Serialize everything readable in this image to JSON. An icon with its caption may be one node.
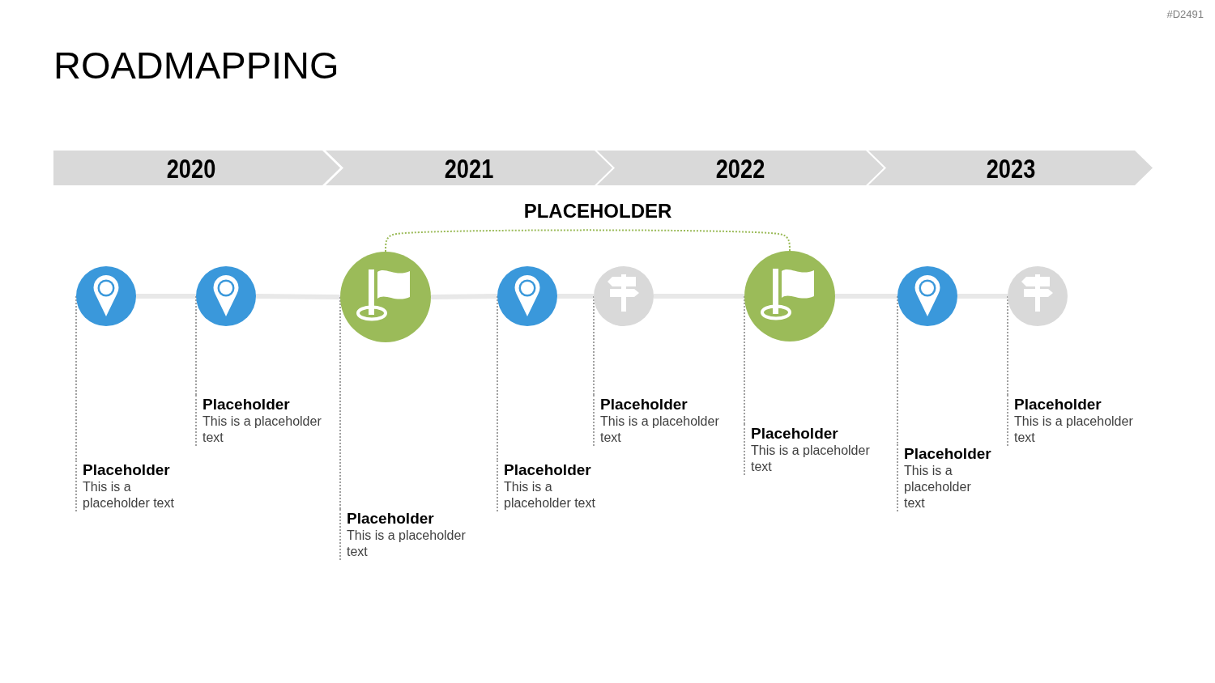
{
  "diagram": {
    "title": "ROADMAPPING",
    "nodes": [
      {
        "text": [
          "2020"
        ]
      },
      {
        "text": [
          "2021"
        ]
      },
      {
        "text": [
          "2022"
        ]
      },
      {
        "text": [
          "2023"
        ]
      },
      {
        "text": [],
        "shape": "circle"
      },
      {
        "text": [
          "Placeholder",
          "This is a placeholder text"
        ]
      },
      {
        "text": [],
        "shape": "circle"
      },
      {
        "text": [
          "Placeholder",
          "This is a placeholder text"
        ]
      },
      {
        "text": [],
        "shape": "circle"
      },
      {
        "text": [
          "Placeholder",
          "This is a placeholder text"
        ]
      },
      {
        "text": [],
        "shape": "circle"
      },
      {
        "text": [
          "Placeholder",
          "This is a placeholder text"
        ]
      },
      {
        "text": [],
        "shape": "circle"
      },
      {
        "text": [
          "Placeholder",
          "This is a placeholder text"
        ]
      },
      {
        "text": [],
        "shape": "circle"
      },
      {
        "text": [
          "Placeholder",
          "This is a placeholder text"
        ]
      },
      {
        "text": [],
        "shape": "circle"
      },
      {
        "text": [
          "Placeholder",
          "This is a placeholder text"
        ]
      },
      {
        "text": [],
        "shape": "circle"
      },
      {
        "text": [
          "Placeholder",
          "This is a placeholder text"
        ]
      }
    ],
    "edges": [
      {
        "from": 4,
        "to": 6,
        "arrow": "none",
        "style": "thick",
        "color": "#e8e8e8"
      },
      {
        "from": 6,
        "to": 8,
        "arrow": "none",
        "style": "thick",
        "color": "#e8e8e8"
      },
      {
        "from": 8,
        "to": 10,
        "arrow": "none",
        "style": "thick",
        "color": "#e8e8e8"
      },
      {
        "from": 10,
        "to": 12,
        "arrow": "none",
        "style": "thick",
        "color": "#e8e8e8"
      },
      {
        "from": 12,
        "to": 14,
        "arrow": "none",
        "style": "thick",
        "color": "#e8e8e8"
      },
      {
        "from": 14,
        "to": 16,
        "arrow": "none",
        "style": "thick",
        "color": "#e8e8e8"
      },
      {
        "from": 16,
        "to": 18,
        "arrow": "none",
        "style": "thick",
        "color": "#e8e8e8"
      },
      {
        "from": 8,
        "to": 14,
        "arrow": "none",
        "style": "dashed",
        "color": "#9bbb59",
        "label": "PLACEHOLDER"
      },
      {
        "from": 4,
        "to": 5,
        "arrow": "none",
        "style": "dashed"
      },
      {
        "from": 6,
        "to": 7,
        "arrow": "none",
        "style": "dashed"
      },
      {
        "from": 8,
        "to": 9,
        "arrow": "none",
        "style": "dashed"
      },
      {
        "from": 10,
        "to": 11,
        "arrow": "none",
        "style": "dashed"
      },
      {
        "from": 12,
        "to": 13,
        "arrow": "none",
        "style": "dashed"
      },
      {
        "from": 14,
        "to": 15,
        "arrow": "none",
        "style": "dashed"
      },
      {
        "from": 16,
        "to": 17,
        "arrow": "none",
        "style": "dashed"
      },
      {
        "from": 18,
        "to": 19,
        "arrow": "none",
        "style": "dashed"
      }
    ],
    "labels": [
      "#D2491"
    ]
  }
}
